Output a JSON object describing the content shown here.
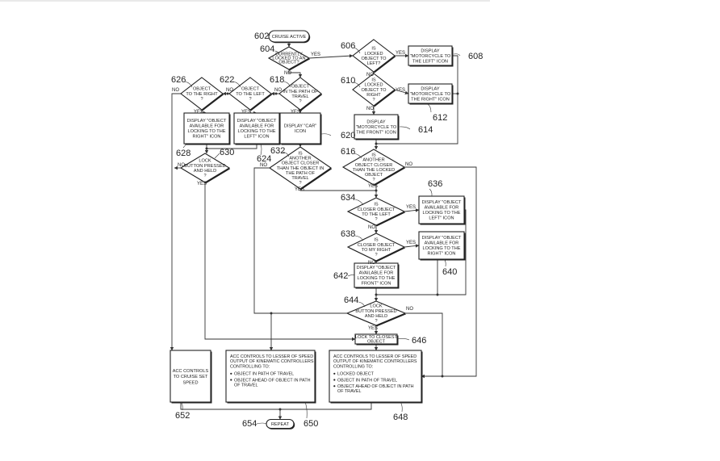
{
  "figure": {
    "type": "patent-flowchart",
    "nodes": {
      "n602": {
        "ref": "602",
        "kind": "terminal",
        "lines": [
          "CRUISE ACTIVE"
        ]
      },
      "n604": {
        "ref": "604",
        "kind": "decision",
        "lines": [
          "CURRENTLY",
          "LOCKED TO AN",
          "OBJECT?"
        ]
      },
      "n606": {
        "ref": "606",
        "kind": "decision",
        "lines": [
          "IS",
          "LOCKED",
          "OBJECT TO",
          "LEFT?"
        ]
      },
      "n608": {
        "ref": "608",
        "kind": "process",
        "lines": [
          "DISPLAY",
          "\"MOTORCYCLE TO",
          "THE LEFT\" ICON"
        ]
      },
      "n610": {
        "ref": "610",
        "kind": "decision",
        "lines": [
          "IS",
          "LOCKED",
          "OBJECT TO",
          "RIGHT",
          "?"
        ]
      },
      "n612": {
        "ref": "612",
        "kind": "process",
        "lines": [
          "DISPLAY",
          "\"MOTORCYCLE TO",
          "THE RIGHT\" ICON"
        ]
      },
      "n614": {
        "ref": "614",
        "kind": "process",
        "lines": [
          "DISPLAY",
          "\"MOTORCYCLE TO",
          "THE FRONT\" ICON"
        ]
      },
      "n616": {
        "ref": "616",
        "kind": "decision",
        "lines": [
          "IS",
          "ANOTHER",
          "OBJECT CLOSER",
          "THAN THE LOCKED",
          "OBJECT",
          "?"
        ]
      },
      "n618": {
        "ref": "618",
        "kind": "decision",
        "lines": [
          "OBJECT",
          "IN THE PATH OF",
          "TRAVEL",
          "?"
        ]
      },
      "n620": {
        "ref": "620",
        "kind": "process",
        "lines": [
          "DISPLAY \"CAR\"",
          "ICON"
        ]
      },
      "n622": {
        "ref": "622",
        "kind": "decision",
        "lines": [
          "OBJECT",
          "TO THE LEFT",
          "?"
        ]
      },
      "n624": {
        "ref": "624",
        "kind": "process",
        "lines": [
          "DISPLAY \"OBJECT",
          "AVAILABLE FOR",
          "LOCKING TO THE",
          "LEFT\" ICON"
        ]
      },
      "n626": {
        "ref": "626",
        "kind": "decision",
        "lines": [
          "OBJECT",
          "TO THE RIGHT",
          "?"
        ]
      },
      "n628": {
        "ref": "628",
        "kind": "process",
        "lines": [
          "DISPLAY \"OBJECT",
          "AVAILABLE FOR",
          "LOCKING TO THE",
          "RIGHT\" ICON"
        ]
      },
      "n630": {
        "ref": "630",
        "kind": "decision",
        "lines": [
          "LOCK",
          "BUTTON PRESSED",
          "AND HELD",
          "?"
        ]
      },
      "n632": {
        "ref": "632",
        "kind": "decision",
        "lines": [
          "IS",
          "ANOTHER",
          "OBJECT CLOSER",
          "THAN THE OBJECT IN",
          "THE PATH OF",
          "TRAVEL",
          "?"
        ]
      },
      "n634": {
        "ref": "634",
        "kind": "decision",
        "lines": [
          "IS",
          "CLOSER OBJECT",
          "TO THE LEFT",
          "?"
        ]
      },
      "n636": {
        "ref": "636",
        "kind": "process",
        "lines": [
          "DISPLAY \"OBJECT",
          "AVAILABLE FOR",
          "LOCKING TO THE",
          "LEFT\" ICON"
        ]
      },
      "n638": {
        "ref": "638",
        "kind": "decision",
        "lines": [
          "IS",
          "CLOSER OBJECT",
          "TO MY RIGHT",
          "?"
        ]
      },
      "n640": {
        "ref": "640",
        "kind": "process",
        "lines": [
          "DISPLAY \"OBJECT",
          "AVAILABLE FOR",
          "LOCKING TO THE",
          "RIGHT\" ICON"
        ]
      },
      "n642": {
        "ref": "642",
        "kind": "process",
        "lines": [
          "DISPLAY \"OBJECT",
          "AVAILABLE FOR",
          "LOCKING TO THE",
          "FRONT\" ICON"
        ]
      },
      "n644": {
        "ref": "644",
        "kind": "decision",
        "lines": [
          "LOCK",
          "BUTTON PRESSED",
          "AND HELD",
          "?"
        ]
      },
      "n646": {
        "ref": "646",
        "kind": "process",
        "lines": [
          "LOCK TO CLOSEST",
          "OBJECT"
        ]
      },
      "n648": {
        "ref": "648",
        "kind": "process",
        "lines": [
          "ACC CONTROLS TO LESSER OF SPEED",
          "OUTPUT OF KINEMATIC CONTROLLERS",
          "CONTROLLING TO:"
        ],
        "bullets": [
          "LOCKED OBJECT",
          "OBJECT IN PATH OF TRAVEL",
          "OBJECT AHEAD OF OBJECT IN PATH OF TRAVEL"
        ]
      },
      "n650": {
        "ref": "650",
        "kind": "process",
        "lines": [
          "ACC CONTROLS TO LESSER OF SPEED",
          "OUTPUT OF KINEMATIC CONTROLLERS",
          "CONTROLLING TO:"
        ],
        "bullets": [
          "OBJECT IN PATH OF TRAVEL",
          "OBJECT AHEAD OF OBJECT IN PATH OF TRAVEL"
        ]
      },
      "n652": {
        "ref": "652",
        "kind": "process",
        "lines": [
          "ACC CONTROLS",
          "TO CRUISE SET",
          "SPEED"
        ]
      },
      "n654": {
        "ref": "654",
        "kind": "terminal",
        "lines": [
          "REPEAT"
        ]
      }
    },
    "edge_labels": {
      "yes": "YES",
      "no": "NO"
    }
  }
}
